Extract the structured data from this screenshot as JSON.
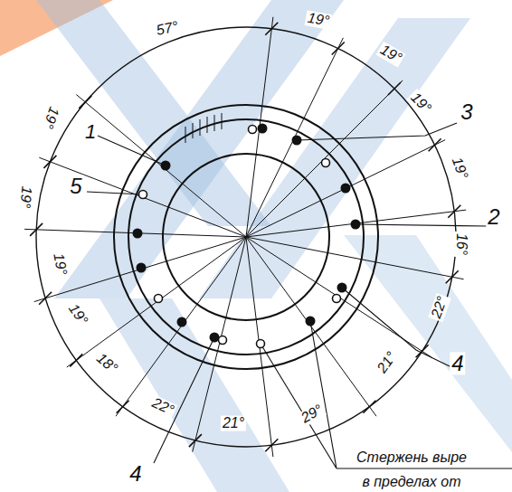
{
  "diagram": {
    "labels": [
      "57°",
      "19°",
      "19°",
      "19°",
      "3",
      "19°",
      "2",
      "16°",
      "22°",
      "4",
      "21°",
      "29°",
      "21°",
      "22°",
      "18°",
      "19°",
      "19°",
      "19°",
      "19°",
      "1",
      "5",
      "4",
      "Стержень выре",
      "в пределах от"
    ]
  }
}
